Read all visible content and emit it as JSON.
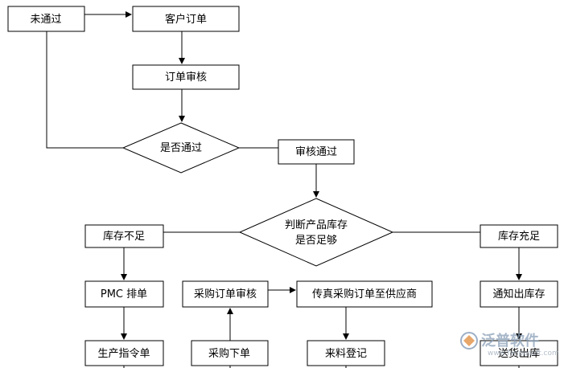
{
  "nodes": {
    "not_passed": "未通过",
    "customer_order": "客户订单",
    "order_review": "订单审核",
    "is_passed": "是否通过",
    "review_passed": "审核通过",
    "check_stock_line1": "判断产品库存",
    "check_stock_line2": "是否足够",
    "stock_insufficient": "库存不足",
    "stock_sufficient": "库存充足",
    "pmc_schedule": "PMC 排单",
    "production_order": "生产指令单",
    "purchase_order_review": "采购订单审核",
    "fax_to_supplier": "传真采购订单至供应商",
    "purchase_place_order": "采购下单",
    "material_register": "来料登记",
    "notify_outbound": "通知出库存",
    "delivery_outbound": "送货出库"
  },
  "watermark": {
    "brand": "泛普软件",
    "url": "www.fanpusoft.com"
  }
}
